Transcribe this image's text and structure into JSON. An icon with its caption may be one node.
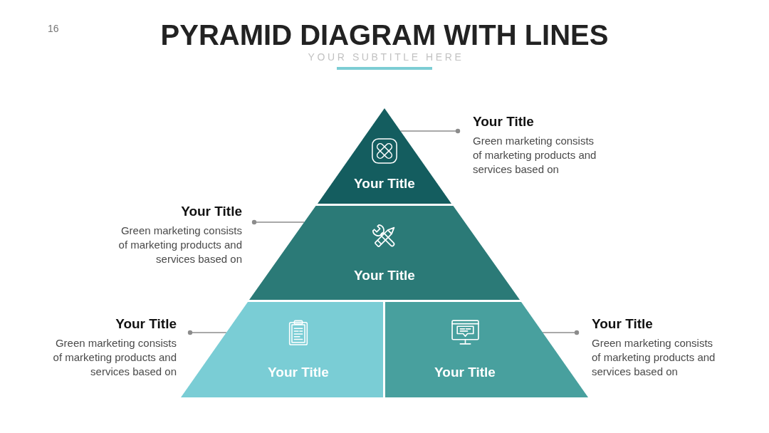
{
  "diagram": {
    "title": "PYRAMID DIAGRAM WITH LINES",
    "nodes": [
      {
        "text": [
          "Your Title"
        ]
      },
      {
        "text": [
          "Your Title",
          "Green marketing consists of marketing products and services based on"
        ]
      },
      {
        "text": [
          "Your Title",
          "Green marketing consists of marketing products and services based on"
        ]
      },
      {
        "text": [
          "Your Title"
        ]
      },
      {
        "text": [
          "Your Title",
          "Green marketing consists of marketing products and services based on"
        ]
      },
      {
        "text": [
          "Your Title"
        ]
      },
      {
        "text": [
          "Your Title"
        ]
      },
      {
        "text": [
          "Your Title",
          "Green marketing consists of marketing products and services based on"
        ]
      }
    ],
    "edges": [
      {
        "from": 1,
        "to": 0,
        "arrow": "other"
      },
      {
        "from": 2,
        "to": 3,
        "arrow": "other"
      },
      {
        "from": 4,
        "to": 5,
        "arrow": "other"
      },
      {
        "from": 7,
        "to": 6,
        "arrow": "other"
      }
    ],
    "labels": [
      "16",
      "YOUR SUBTITLE HERE"
    ]
  }
}
